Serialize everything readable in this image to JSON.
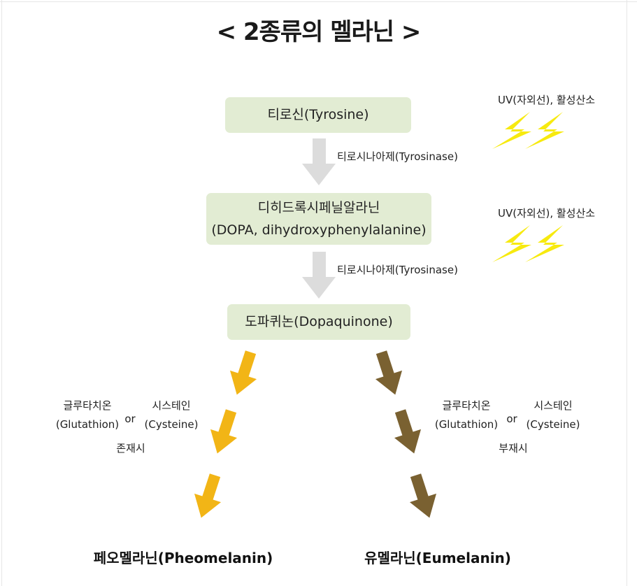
{
  "title": "< 2종류의 멜라닌 >",
  "nodes": {
    "tyrosine": "티로신(Tyrosine)",
    "dopa_line1": "디히드록시페닐알라닌",
    "dopa_line2": "(DOPA, dihydroxyphenylalanine)",
    "dopaquinone": "도파퀴논(Dopaquinone)"
  },
  "enzyme_labels": [
    "티로시나아제(Tyrosinase)",
    "티로시나아제(Tyrosinase)"
  ],
  "uv_labels": [
    "UV(자외선), 활성산소",
    "UV(자외선), 활성산소"
  ],
  "branches": {
    "pheo": {
      "glutathione": "글루타치온",
      "glutathione_en": "(Glutathion)",
      "or": "or",
      "cysteine": "시스테인",
      "cysteine_en": "(Cysteine)",
      "condition": "존재시",
      "product": "페오멜라닌(Pheomelanin)"
    },
    "eu": {
      "glutathione": "글루타치온",
      "glutathione_en": "(Glutathion)",
      "or": "or",
      "cysteine": "시스테인",
      "cysteine_en": "(Cysteine)",
      "condition": "부재시",
      "product": "유멜라닌(Eumelanin)"
    }
  },
  "colors": {
    "node_fill": "#e2ecd3",
    "gray_arrow": "#dcdcdc",
    "pheo_arrow": "#f2b516",
    "eu_arrow": "#7a6131",
    "lightning": "#f7ea0f"
  }
}
